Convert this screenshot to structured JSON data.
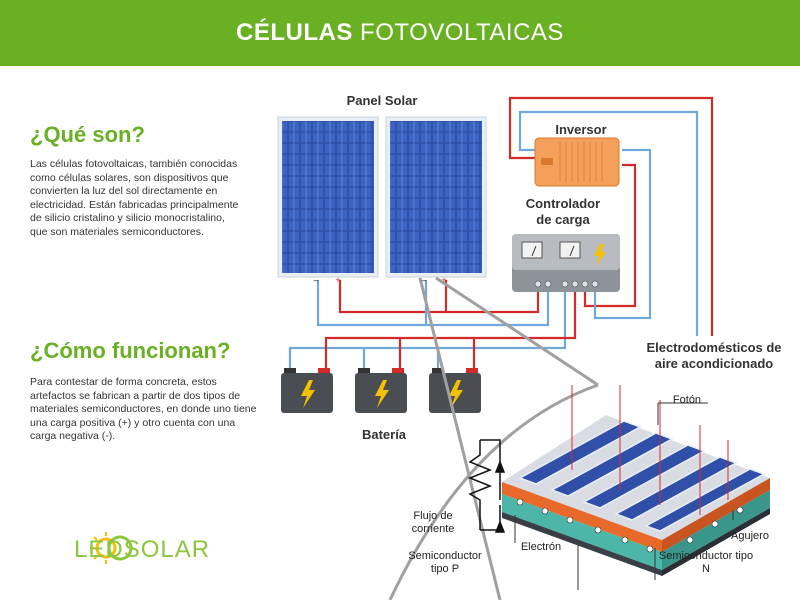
{
  "header": {
    "title_bold": "CÉLULAS",
    "title_light": " FOTOVOLTAICAS"
  },
  "section1": {
    "title": "¿Qué son?",
    "text": "Las células fotovoltaicas, también conocidas como células solares, son dispositivos que convierten la luz del sol directamente en electricidad. Están fabricadas principalmente de silicio cristalino y silicio monocristalino, que son materiales semiconductores."
  },
  "section2": {
    "title": "¿Cómo funcionan?",
    "text": "Para contestar de forma concreta, estos artefactos se fabrican a partir de dos tipos de materiales semiconductores, en donde uno tiene una carga positiva (+) y otro cuenta con una carga negativa (-)."
  },
  "diagram": {
    "panel_label": "Panel Solar",
    "inverter_label": "Inversor",
    "controller_label": "Controlador de carga",
    "appliances_label": "Electrodomésticos de aire acondicionado",
    "battery_label": "Batería",
    "photon_label": "Fotón",
    "hole_label": "Agujero",
    "current_label": "Flujo de corriente",
    "electron_label": "Electrón",
    "semi_p_label": "Semiconductor tipo P",
    "semi_n_label": "Semiconductor tipo N",
    "plus_sign": "+",
    "minus_sign": "–"
  },
  "logo": {
    "text": "LEDSOLAR"
  },
  "colors": {
    "green": "#6ab023",
    "red_wire": "#d42a2a",
    "blue_wire": "#6fa8dc",
    "panel_blue": "#2f4fa8",
    "inverter_orange": "#f5a05a",
    "battery_gray": "#4a4d52"
  }
}
